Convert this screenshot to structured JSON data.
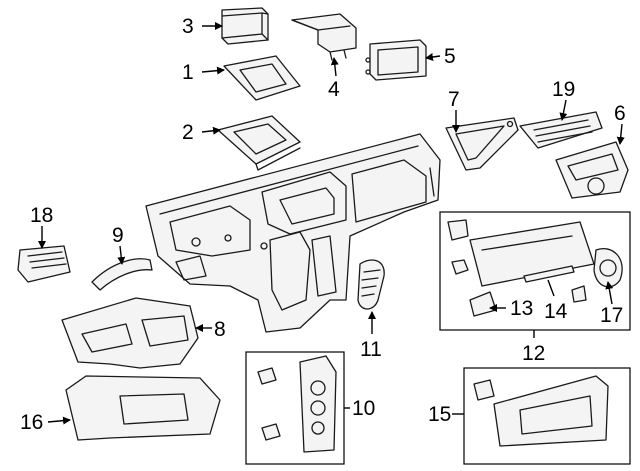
{
  "callouts": {
    "c1": "1",
    "c2": "2",
    "c3": "3",
    "c4": "4",
    "c5": "5",
    "c6": "6",
    "c7": "7",
    "c8": "8",
    "c9": "9",
    "c10": "10",
    "c11": "11",
    "c12": "12",
    "c13": "13",
    "c14": "14",
    "c15": "15",
    "c16": "16",
    "c17": "17",
    "c18": "18",
    "c19": "19"
  },
  "colors": {
    "line": "#1a1a1a",
    "background": "#ffffff"
  }
}
